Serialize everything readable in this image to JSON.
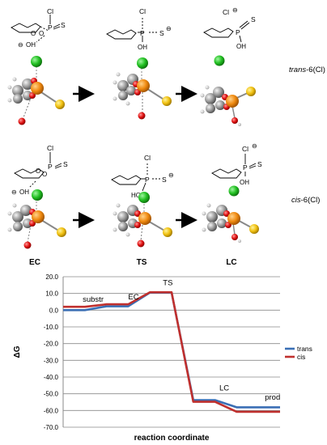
{
  "scheme": {
    "trans_label_prefix": "trans",
    "trans_label_suffix": "-6(Cl)",
    "cis_label_prefix": "cis",
    "cis_label_suffix": "-6(Cl)",
    "stage_labels": [
      "EC",
      "TS",
      "LC"
    ],
    "formula_text": {
      "cl": "Cl",
      "p": "P",
      "s": "S",
      "o": "O",
      "oh": "OH",
      "ho": "HO",
      "minus": "⊖"
    }
  },
  "chart_data": {
    "type": "line",
    "xlabel": "reaction coordinate",
    "ylabel": "ΔG",
    "ylim": [
      -70,
      20
    ],
    "yticks": [
      20.0,
      10.0,
      0.0,
      -10.0,
      -20.0,
      -30.0,
      -40.0,
      -50.0,
      -60.0,
      -70.0
    ],
    "ytick_labels": [
      "20.0",
      "10.0",
      "0.0",
      "-10.0",
      "-20.0",
      "-30.0",
      "-40.0",
      "-50.0",
      "-60.0",
      "-70.0"
    ],
    "grid": true,
    "legend_position": "right",
    "x": [
      0,
      1,
      2,
      3,
      4,
      5,
      6,
      7,
      8,
      9,
      10
    ],
    "series": [
      {
        "name": "trans",
        "color": "#3a6fb5",
        "values": [
          0.0,
          0.0,
          2.3,
          2.3,
          10.5,
          10.5,
          -53.8,
          -53.8,
          -58.1,
          -58.1,
          -58.1
        ]
      },
      {
        "name": "cis",
        "color": "#c0302e",
        "values": [
          2.0,
          2.0,
          3.5,
          3.5,
          10.7,
          10.7,
          -54.8,
          -54.8,
          -60.8,
          -60.8,
          -60.8
        ]
      }
    ],
    "annotations": [
      {
        "text": "substr",
        "x": 0.9,
        "y": 5.0
      },
      {
        "text": "EC",
        "x": 3.0,
        "y": 6.5
      },
      {
        "text": "TS",
        "x": 4.6,
        "y": 15.0
      },
      {
        "text": "LC",
        "x": 7.2,
        "y": -48.0
      },
      {
        "text": "prod",
        "x": 9.3,
        "y": -53.5
      }
    ]
  }
}
